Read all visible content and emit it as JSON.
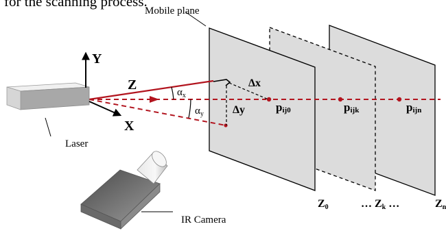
{
  "header_fragment": "for the scanning process.",
  "labels": {
    "mobile_plane": "Mobile plane",
    "axis_y": "Y",
    "axis_z": "Z",
    "axis_x": "X",
    "laser": "Laser",
    "ir_camera": "IR Camera",
    "alpha_x": "α",
    "alpha_x_sub": "x",
    "alpha_y": "α",
    "alpha_y_sub": "y",
    "delta_x": "Δx",
    "delta_y": "Δy",
    "p0": "p",
    "p0_sub": "ij0",
    "pk": "p",
    "pk_sub": "ijk",
    "pn": "p",
    "pn_sub": "ijn",
    "z0": "Z",
    "z0_sub": "0",
    "zk_prefix": "… Z",
    "zk_sub": "k",
    "zk_suffix": " …",
    "zn": "Z",
    "zn_sub": "n"
  },
  "colors": {
    "beam": "#b2141e",
    "plane_fill": "#dcdcdc",
    "outline": "#000000",
    "laser_top": "#f0f0f0",
    "laser_front": "#cfcfcf",
    "laser_side": "#a8a8a8",
    "camera_dark": "#6a6a6a"
  }
}
